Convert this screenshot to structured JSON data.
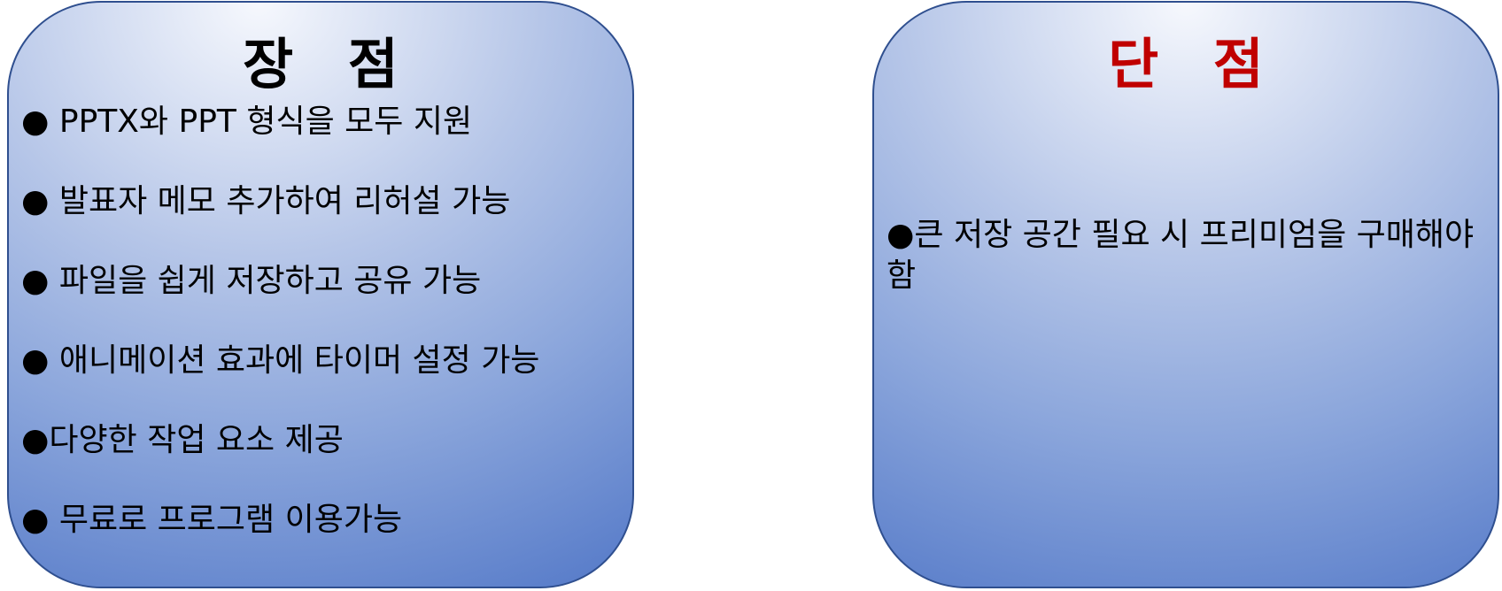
{
  "pros": {
    "title": "장 점",
    "items": [
      "● PPTX와 PPT 형식을 모두 지원",
      "● 발표자 메모 추가하여 리허설 가능",
      "● 파일을 쉽게 저장하고 공유 가능",
      "● 애니메이션 효과에 타이머 설정 가능",
      "●다양한 작업 요소 제공",
      "● 무료로 프로그램 이용가능"
    ]
  },
  "cons": {
    "title": "단 점",
    "items": [
      "●큰 저장 공간 필요 시 프리미엄을 구매해야함"
    ]
  },
  "colors": {
    "panel_border": "#2f4f8f",
    "panel_gradient_light": "#f6f8fd",
    "panel_gradient_dark": "#5479c8",
    "cons_title": "#c00000",
    "pros_title": "#000000"
  }
}
